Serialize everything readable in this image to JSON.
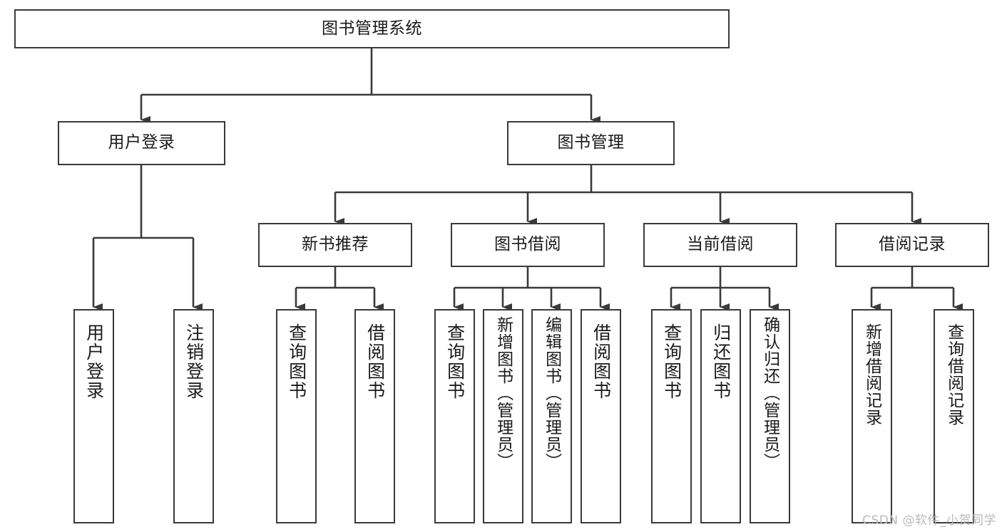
{
  "diagram": {
    "title": "图书管理系统",
    "type": "hierarchy-tree",
    "watermark": "CSDN @软件_小贺同学",
    "colors": {
      "box_border": "#3a3a3a",
      "box_fill": "#ffffff",
      "connector": "#3a3a3a",
      "text": "#1a1a1a",
      "watermark": "#b9b9b9"
    },
    "root": {
      "label": "图书管理系统"
    },
    "level2": [
      {
        "label": "用户登录"
      },
      {
        "label": "图书管理"
      }
    ],
    "level3": [
      {
        "label": "新书推荐"
      },
      {
        "label": "图书借阅"
      },
      {
        "label": "当前借阅"
      },
      {
        "label": "借阅记录"
      }
    ],
    "leaves": {
      "user_login": [
        {
          "label": "用户登录"
        },
        {
          "label": "注销登录"
        }
      ],
      "new_book": [
        {
          "label": "查询图书"
        },
        {
          "label": "借阅图书"
        }
      ],
      "book_borrow": [
        {
          "label": "查询图书"
        },
        {
          "label": "新增图书（管理员）"
        },
        {
          "label": "编辑图书（管理员）"
        },
        {
          "label": "借阅图书"
        }
      ],
      "current_borrow": [
        {
          "label": "查询图书"
        },
        {
          "label": "归还图书"
        },
        {
          "label": "确认归还（管理员）"
        }
      ],
      "borrow_record": [
        {
          "label": "新增借阅记录"
        },
        {
          "label": "查询借阅记录"
        }
      ]
    }
  }
}
